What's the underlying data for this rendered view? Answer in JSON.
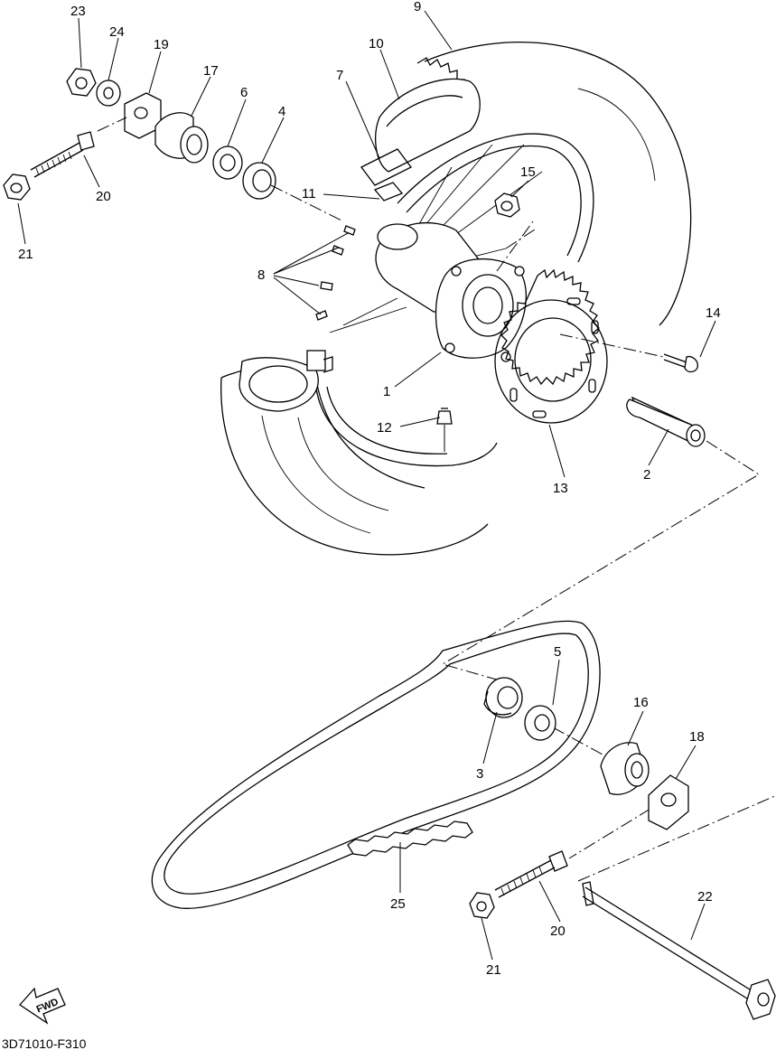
{
  "diagram_code": "3D71010-F310",
  "fwd_label": "FWD",
  "callouts": {
    "c1": "1",
    "c2": "2",
    "c3": "3",
    "c4": "4",
    "c5": "5",
    "c6": "6",
    "c7": "7",
    "c8": "8",
    "c9": "9",
    "c10": "10",
    "c11": "11",
    "c12": "12",
    "c13": "13",
    "c14": "14",
    "c15": "15",
    "c16": "16",
    "c17": "17",
    "c18": "18",
    "c19": "19",
    "c20a": "20",
    "c20b": "20",
    "c21a": "21",
    "c21b": "21",
    "c22": "22",
    "c23": "23",
    "c24": "24",
    "c25": "25"
  }
}
